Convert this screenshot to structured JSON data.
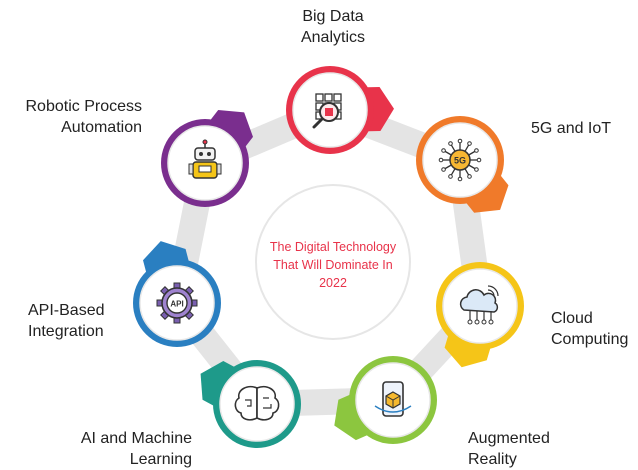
{
  "center": {
    "line1": "The Digital Technology",
    "line2": "That Will Dominate In",
    "line3": "2022"
  },
  "nodes": [
    {
      "id": "big-data",
      "label": [
        "Big Data",
        "Analytics"
      ],
      "color": "#e8334a",
      "icon": "magnifier-grid-icon"
    },
    {
      "id": "5g-iot",
      "label": [
        "5G and IoT"
      ],
      "color": "#f07a2a",
      "icon": "5g-chip-icon"
    },
    {
      "id": "cloud",
      "label": [
        "Cloud",
        "Computing"
      ],
      "color": "#f5c518",
      "icon": "cloud-network-icon"
    },
    {
      "id": "ar",
      "label": [
        "Augmented",
        "Reality"
      ],
      "color": "#8cc63f",
      "icon": "phone-cube-icon"
    },
    {
      "id": "ai-ml",
      "label": [
        "AI and Machine",
        "Learning"
      ],
      "color": "#1e9a8a",
      "icon": "brain-circuit-icon"
    },
    {
      "id": "api",
      "label": [
        "API-Based",
        "Integration"
      ],
      "color": "#2a7fc1",
      "icon": "api-gear-icon"
    },
    {
      "id": "rpa",
      "label": [
        "Robotic Process",
        "Automation"
      ],
      "color": "#7a2e8e",
      "icon": "robot-icon"
    }
  ]
}
